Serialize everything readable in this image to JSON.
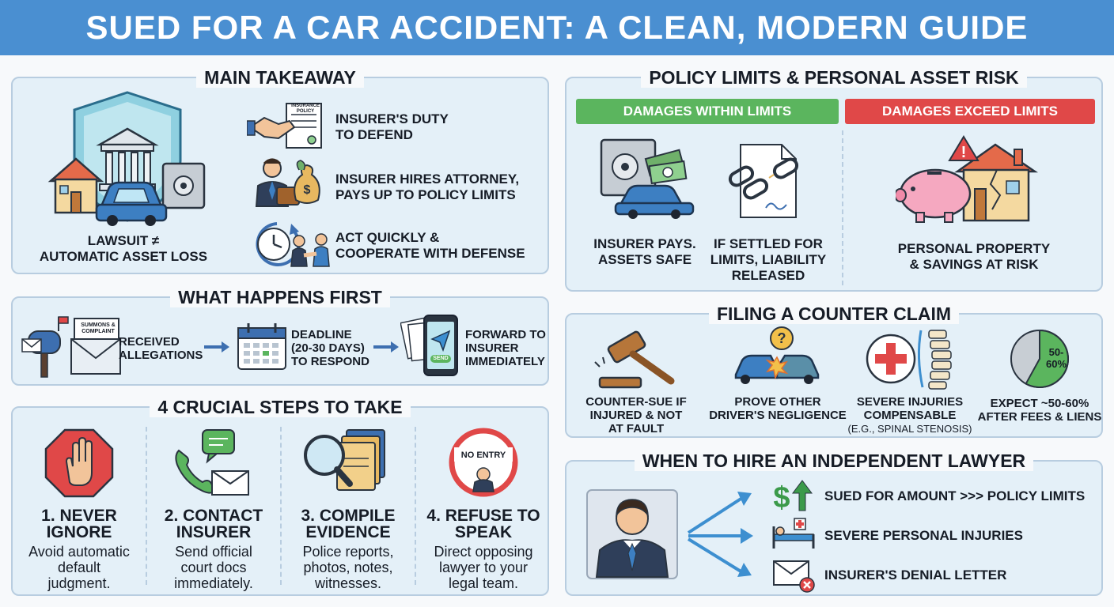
{
  "header": {
    "title": "SUED FOR A CAR ACCIDENT: A CLEAN, MODERN GUIDE"
  },
  "main_takeaway": {
    "title": "MAIN TAKEAWAY",
    "caption_line1": "LAWSUIT ≠",
    "caption_line2": "AUTOMATIC ASSET LOSS",
    "policy_doc_label": "INSURANCE POLICY",
    "points": [
      {
        "line1": "INSURER'S DUTY",
        "line2": "TO DEFEND"
      },
      {
        "line1": "INSURER HIRES ATTORNEY,",
        "line2": "PAYS UP TO POLICY LIMITS"
      },
      {
        "line1": "ACT QUICKLY &",
        "line2": "COOPERATE WITH DEFENSE"
      }
    ]
  },
  "what_happens_first": {
    "title": "WHAT HAPPENS FIRST",
    "summons_label_line1": "SUMMONS &",
    "summons_label_line2": "COMPLAINT",
    "send_label": "SEND",
    "steps": [
      {
        "line1": "RECEIVED",
        "line2": "ALLEGATIONS"
      },
      {
        "line1": "DEADLINE",
        "line2": "(20-30 DAYS)",
        "line3": "TO RESPOND"
      },
      {
        "line1": "FORWARD TO",
        "line2": "INSURER",
        "line3": "IMMEDIATELY"
      }
    ]
  },
  "crucial_steps": {
    "title": "4 CRUCIAL STEPS TO TAKE",
    "no_entry_label": "NO ENTRY",
    "steps": [
      {
        "t1": "1. NEVER",
        "t2": "IGNORE",
        "d1": "Avoid automatic",
        "d2": "default",
        "d3": "judgment."
      },
      {
        "t1": "2. CONTACT",
        "t2": "INSURER",
        "d1": "Send official",
        "d2": "court docs",
        "d3": "immediately."
      },
      {
        "t1": "3. COMPILE",
        "t2": "EVIDENCE",
        "d1": "Police reports,",
        "d2": "photos, notes,",
        "d3": "witnesses."
      },
      {
        "t1": "4. REFUSE TO",
        "t2": "SPEAK",
        "d1": "Direct opposing",
        "d2": "lawyer to your",
        "d3": "legal team."
      }
    ]
  },
  "policy_limits": {
    "title": "POLICY LIMITS & PERSONAL ASSET RISK",
    "within_label": "DAMAGES WITHIN LIMITS",
    "exceed_label": "DAMAGES EXCEED LIMITS",
    "within_color": "#5bb55e",
    "exceed_color": "#e04848",
    "items": [
      {
        "line1": "INSURER PAYS.",
        "line2": "ASSETS SAFE"
      },
      {
        "line1": "IF SETTLED FOR",
        "line2": "LIMITS, LIABILITY",
        "line3": "RELEASED"
      },
      {
        "line1": "PERSONAL PROPERTY",
        "line2": "& SAVINGS AT RISK"
      }
    ]
  },
  "counter_claim": {
    "title": "FILING A COUNTER CLAIM",
    "items": [
      {
        "line1": "COUNTER-SUE IF",
        "line2": "INJURED & NOT",
        "line3": "AT FAULT"
      },
      {
        "line1": "PROVE OTHER",
        "line2": "DRIVER'S NEGLIGENCE"
      },
      {
        "line1": "SEVERE INJURIES",
        "line2": "COMPENSABLE",
        "line3": "(E.G., SPINAL STENOSIS)"
      },
      {
        "line1": "EXPECT ~50-60%",
        "line2": "AFTER FEES & LIENS"
      }
    ],
    "pie_label_line1": "50-",
    "pie_label_line2": "60%",
    "pie_fraction": 0.58
  },
  "independent_lawyer": {
    "title": "WHEN TO HIRE AN INDEPENDENT LAWYER",
    "items": [
      {
        "text": "SUED FOR AMOUNT >>> POLICY LIMITS"
      },
      {
        "text": "SEVERE PERSONAL INJURIES"
      },
      {
        "text": "INSURER'S DENIAL LETTER"
      }
    ]
  }
}
